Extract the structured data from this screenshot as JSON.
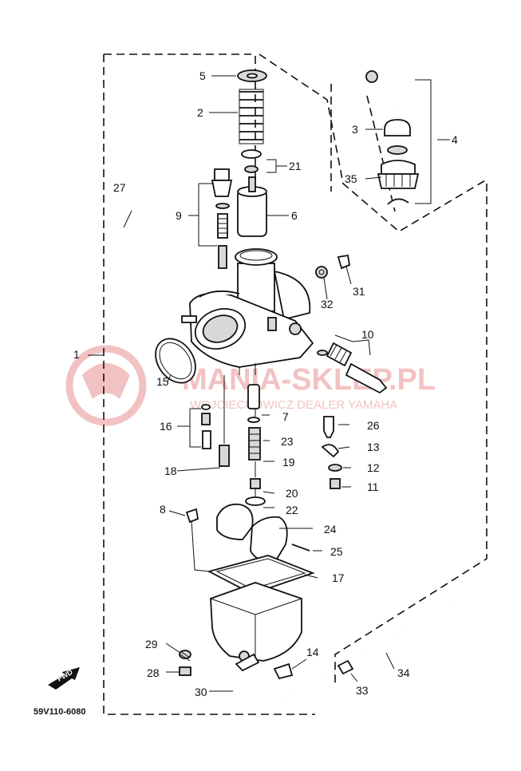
{
  "watermark": {
    "brand": "MANIA-SKLEP.PL",
    "subtitle": "WOJCIECHOWICZ DEALER YAMAHA",
    "color": "#f2c2c2"
  },
  "diagram_code": "59V110-6080",
  "fwd_label": "FWD",
  "parts": [
    {
      "id": "p1",
      "num": "1"
    },
    {
      "id": "p2",
      "num": "2"
    },
    {
      "id": "p3",
      "num": "3"
    },
    {
      "id": "p4",
      "num": "4"
    },
    {
      "id": "p5",
      "num": "5"
    },
    {
      "id": "p6",
      "num": "6"
    },
    {
      "id": "p7",
      "num": "7"
    },
    {
      "id": "p8",
      "num": "8"
    },
    {
      "id": "p9",
      "num": "9"
    },
    {
      "id": "p10",
      "num": "10"
    },
    {
      "id": "p11",
      "num": "11"
    },
    {
      "id": "p12",
      "num": "12"
    },
    {
      "id": "p13",
      "num": "13"
    },
    {
      "id": "p14",
      "num": "14"
    },
    {
      "id": "p15",
      "num": "15"
    },
    {
      "id": "p16",
      "num": "16"
    },
    {
      "id": "p17",
      "num": "17"
    },
    {
      "id": "p18",
      "num": "18"
    },
    {
      "id": "p19",
      "num": "19"
    },
    {
      "id": "p20",
      "num": "20"
    },
    {
      "id": "p21",
      "num": "21"
    },
    {
      "id": "p22",
      "num": "22"
    },
    {
      "id": "p23",
      "num": "23"
    },
    {
      "id": "p24",
      "num": "24"
    },
    {
      "id": "p25",
      "num": "25"
    },
    {
      "id": "p26",
      "num": "26"
    },
    {
      "id": "p27",
      "num": "27"
    },
    {
      "id": "p28",
      "num": "28"
    },
    {
      "id": "p29",
      "num": "29"
    },
    {
      "id": "p30",
      "num": "30"
    },
    {
      "id": "p31",
      "num": "31"
    },
    {
      "id": "p32",
      "num": "32"
    },
    {
      "id": "p33",
      "num": "33"
    },
    {
      "id": "p34",
      "num": "34"
    },
    {
      "id": "p35",
      "num": "35"
    }
  ]
}
